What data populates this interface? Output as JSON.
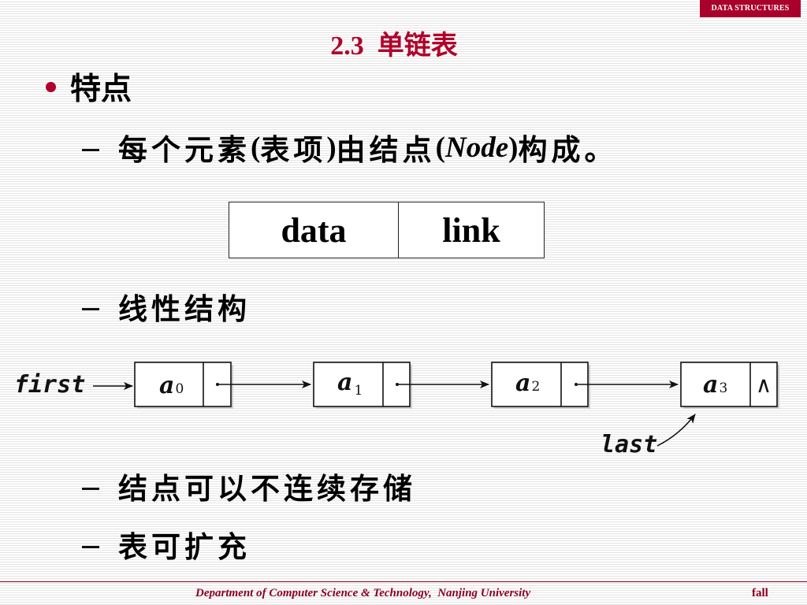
{
  "header": {
    "tag": "DATA STRUCTURES",
    "title": "2.3  单链表"
  },
  "bullet": {
    "text": "特点"
  },
  "sub_items": [
    {
      "before": "每个元素",
      "paren_open": "(",
      "mid": "表项",
      "paren_close": ")",
      "after": "由结点",
      "node_open": "(",
      "node": "Node",
      "node_close": ")",
      "tail": "构成。"
    },
    {
      "text": "线性结构"
    },
    {
      "text": "结点可以不连续存储"
    },
    {
      "text": "表可扩充"
    }
  ],
  "node_table": {
    "data_label": "data",
    "link_label": "link"
  },
  "list_diagram": {
    "first_label": "first",
    "last_label": "last",
    "nodes": [
      {
        "letter": "a",
        "sub": "0"
      },
      {
        "letter": "a",
        "sub": "1"
      },
      {
        "letter": "a",
        "sub": "2"
      },
      {
        "letter": "a",
        "sub": "3"
      }
    ],
    "null_symbol": "∧"
  },
  "footer": {
    "department": "Department of Computer Science & Technology,  Nanjing University",
    "term": "fall"
  },
  "colors": {
    "accent": "#b1002b",
    "footer_text": "#8b0022"
  }
}
